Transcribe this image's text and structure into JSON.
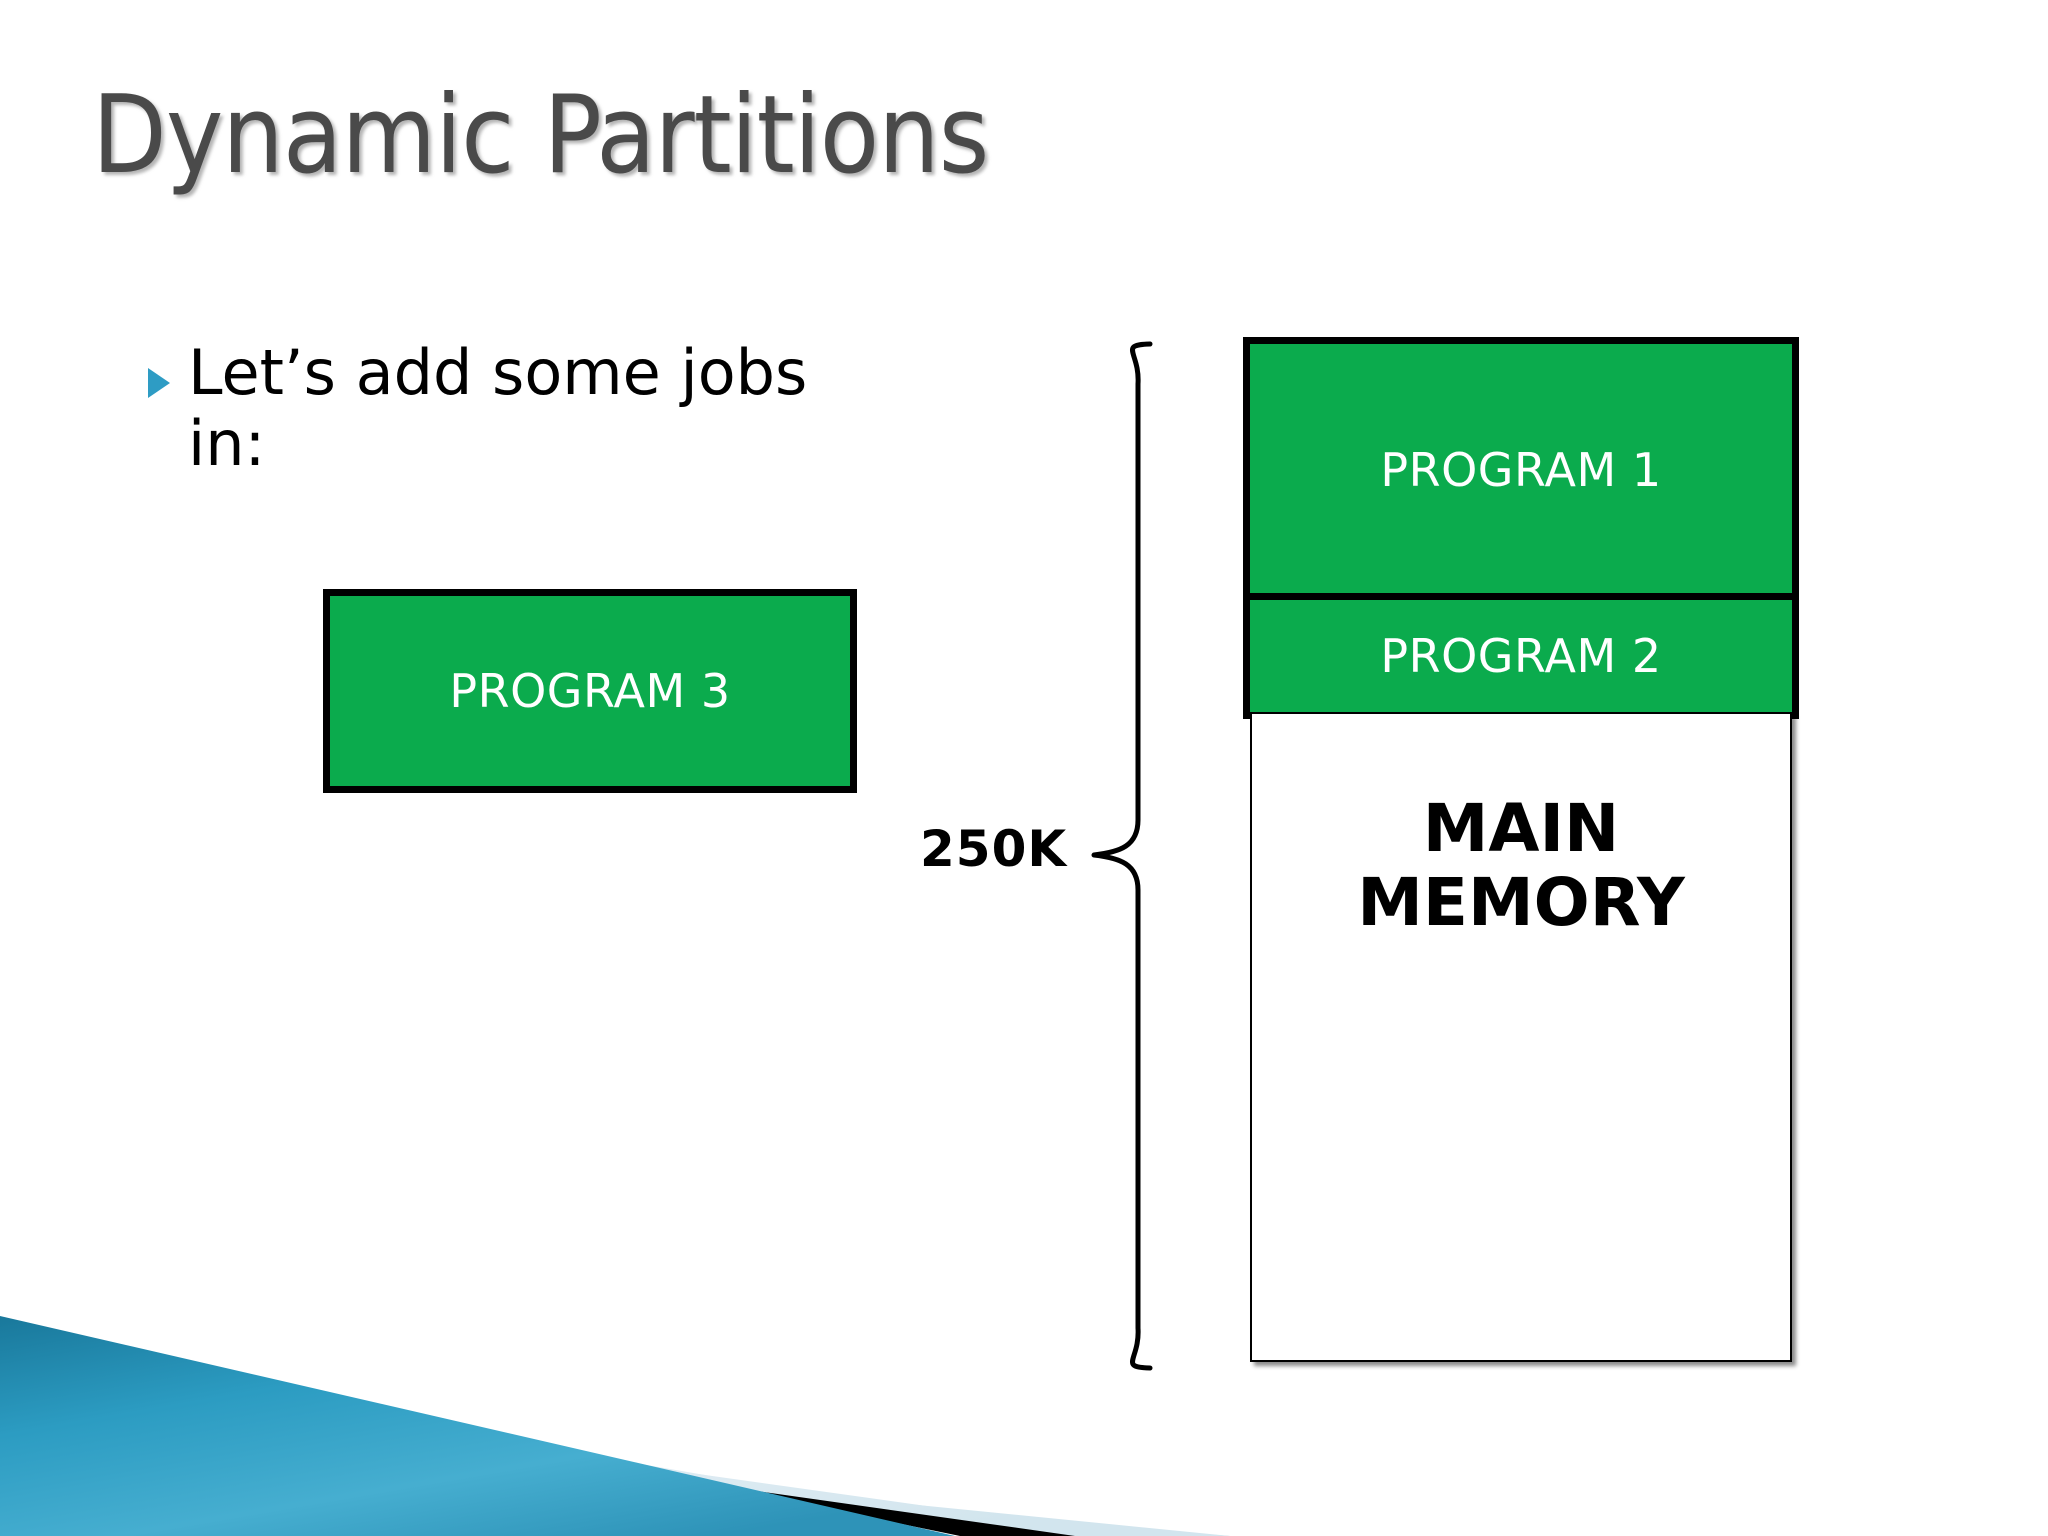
{
  "slide": {
    "title": "Dynamic Partitions",
    "background_color": "#ffffff",
    "title_color": "#4a4a4a"
  },
  "bullets": [
    {
      "marker": "triangle-bullet-icon",
      "marker_color": "#2E9CC4",
      "text": "Let’s add some jobs in:"
    }
  ],
  "pending_job": {
    "label": "PROGRAM 3",
    "fill_color": "#0BAB4D",
    "border_color": "#000000",
    "text_color": "#ffffff"
  },
  "memory": {
    "size_label": "250K",
    "brace_icon": "left-curly-brace-icon",
    "blocks": [
      {
        "label": "PROGRAM 1",
        "fill_color": "#0BAB4D",
        "text_color": "#ffffff",
        "type": "allocated"
      },
      {
        "label": "PROGRAM 2",
        "fill_color": "#0BAB4D",
        "text_color": "#ffffff",
        "type": "allocated"
      },
      {
        "label": "MAIN MEMORY",
        "fill_color": "#ffffff",
        "text_color": "#000000",
        "type": "free"
      }
    ]
  },
  "decoration": {
    "name": "bottom-left-diagonal-band",
    "colors": {
      "teal_dark": "#10708F",
      "teal_mid": "#2E9CC4",
      "teal_light": "#52BCDC",
      "black": "#000000",
      "pale": "#DCEAF1"
    }
  }
}
